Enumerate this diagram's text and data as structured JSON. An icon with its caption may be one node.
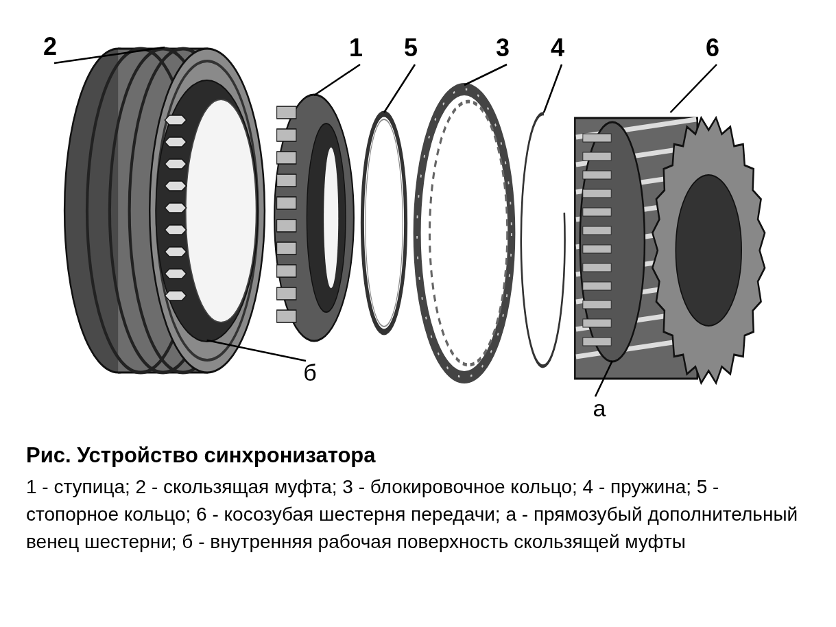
{
  "diagram": {
    "title": "Рис. Устройство синхронизатора",
    "caption": "1 - ступица; 2 - скользящая муфта; 3 - блокировочное кольцо; 4 - пружина; 5 - стопорное кольцо; 6 - косозубая шестерня передачи; а - прямозубый дополнительный венец шестерни; б - внутренняя рабочая поверхность скользящей муфты",
    "nodes": [
      {
        "text": [
          "2"
        ]
      },
      {
        "text": [
          "1"
        ]
      },
      {
        "text": [
          "5"
        ]
      },
      {
        "text": [
          "3"
        ]
      },
      {
        "text": [
          "4"
        ]
      },
      {
        "text": [
          "6"
        ]
      },
      {
        "text": [],
        "shape": "picture"
      },
      {
        "text": [],
        "shape": "picture",
        "in": 6
      },
      {
        "text": [],
        "shape": "picture"
      },
      {
        "text": [],
        "shape": "picture"
      },
      {
        "text": [],
        "shape": "picture"
      },
      {
        "text": [],
        "shape": "picture"
      },
      {
        "text": [],
        "shape": "picture"
      },
      {
        "text": [],
        "shape": "picture",
        "in": 12
      },
      {
        "text": [
          "б"
        ]
      },
      {
        "text": [
          "а"
        ]
      }
    ],
    "edges": [
      {
        "from": 0,
        "to": 6,
        "arrow": "none"
      },
      {
        "from": 1,
        "to": 8,
        "arrow": "none"
      },
      {
        "from": 2,
        "to": 9,
        "arrow": "none"
      },
      {
        "from": 3,
        "to": 10,
        "arrow": "none"
      },
      {
        "from": 4,
        "to": 11,
        "arrow": "none"
      },
      {
        "from": 5,
        "to": 12,
        "arrow": "none"
      },
      {
        "from": 14,
        "to": 7,
        "arrow": "none"
      },
      {
        "from": 15,
        "to": 13,
        "arrow": "none"
      }
    ]
  }
}
